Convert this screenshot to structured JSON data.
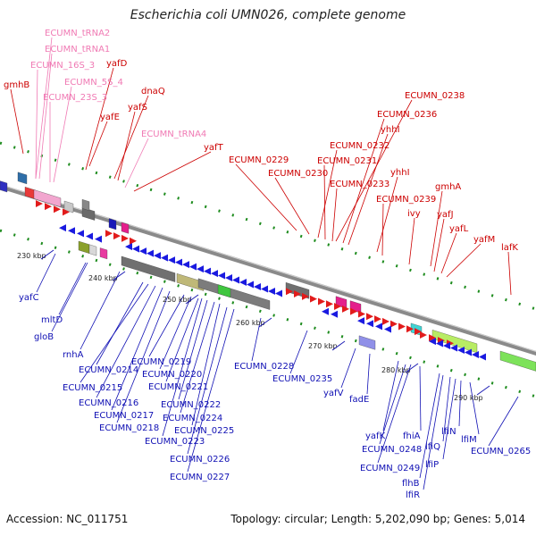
{
  "title": "Escherichia coli UMN026, complete genome",
  "footer": {
    "accession": "Accession: NC_011751",
    "summary": "Topology: circular; Length: 5,202,090 bp; Genes: 5,014"
  },
  "colors": {
    "forward_label": "#cc0000",
    "rna_label": "#f07ab4",
    "reverse_label": "#1010b4",
    "backbone": "#8a8a8a",
    "tick": "#2a8a2a"
  },
  "ticks": [
    "230 kbp",
    "240 kbp",
    "250 kbp",
    "260 kbp",
    "270 kbp",
    "280 kbp",
    "290 kbp"
  ],
  "labels_top": [
    {
      "text": "ECUMN_tRNA2",
      "kind": "rna"
    },
    {
      "text": "ECUMN_tRNA1",
      "kind": "rna"
    },
    {
      "text": "ECUMN_16S_3",
      "kind": "rna"
    },
    {
      "text": "yafD",
      "kind": "fwd"
    },
    {
      "text": "gmhB",
      "kind": "fwd"
    },
    {
      "text": "ECUMN_5S_4",
      "kind": "rna"
    },
    {
      "text": "ECUMN_23S_3",
      "kind": "rna"
    },
    {
      "text": "dnaQ",
      "kind": "fwd"
    },
    {
      "text": "yafS",
      "kind": "fwd"
    },
    {
      "text": "yafE",
      "kind": "fwd"
    },
    {
      "text": "ECUMN_tRNA4",
      "kind": "rna"
    },
    {
      "text": "yafT",
      "kind": "fwd"
    },
    {
      "text": "ECUMN_0238",
      "kind": "fwd"
    },
    {
      "text": "ECUMN_0236",
      "kind": "fwd"
    },
    {
      "text": "yhhI",
      "kind": "fwd"
    },
    {
      "text": "ECUMN_0232",
      "kind": "fwd"
    },
    {
      "text": "ECUMN_0229",
      "kind": "fwd"
    },
    {
      "text": "ECUMN_0231",
      "kind": "fwd"
    },
    {
      "text": "ECUMN_0230",
      "kind": "fwd"
    },
    {
      "text": "yhhI",
      "kind": "fwd"
    },
    {
      "text": "ECUMN_0233",
      "kind": "fwd"
    },
    {
      "text": "gmhA",
      "kind": "fwd"
    },
    {
      "text": "ECUMN_0239",
      "kind": "fwd"
    },
    {
      "text": "ivy",
      "kind": "fwd"
    },
    {
      "text": "yafJ",
      "kind": "fwd"
    },
    {
      "text": "yafL",
      "kind": "fwd"
    },
    {
      "text": "yafM",
      "kind": "fwd"
    },
    {
      "text": "lafK",
      "kind": "fwd"
    }
  ],
  "labels_bottom": [
    "yafC",
    "mltD",
    "gloB",
    "rnhA",
    "ECUMN_0214",
    "ECUMN_0215",
    "ECUMN_0216",
    "ECUMN_0217",
    "ECUMN_0218",
    "ECUMN_0219",
    "ECUMN_0220",
    "ECUMN_0221",
    "ECUMN_0222",
    "ECUMN_0224",
    "ECUMN_0225",
    "ECUMN_0223",
    "ECUMN_0226",
    "ECUMN_0227",
    "ECUMN_0228",
    "ECUMN_0235",
    "yafV",
    "fadE",
    "yafK",
    "ECUMN_0248",
    "fhiA",
    "ECUMN_0249",
    "flhB",
    "lfiR",
    "lfiQ",
    "lfiP",
    "lfiN",
    "lfiM",
    "ECUMN_0265"
  ]
}
